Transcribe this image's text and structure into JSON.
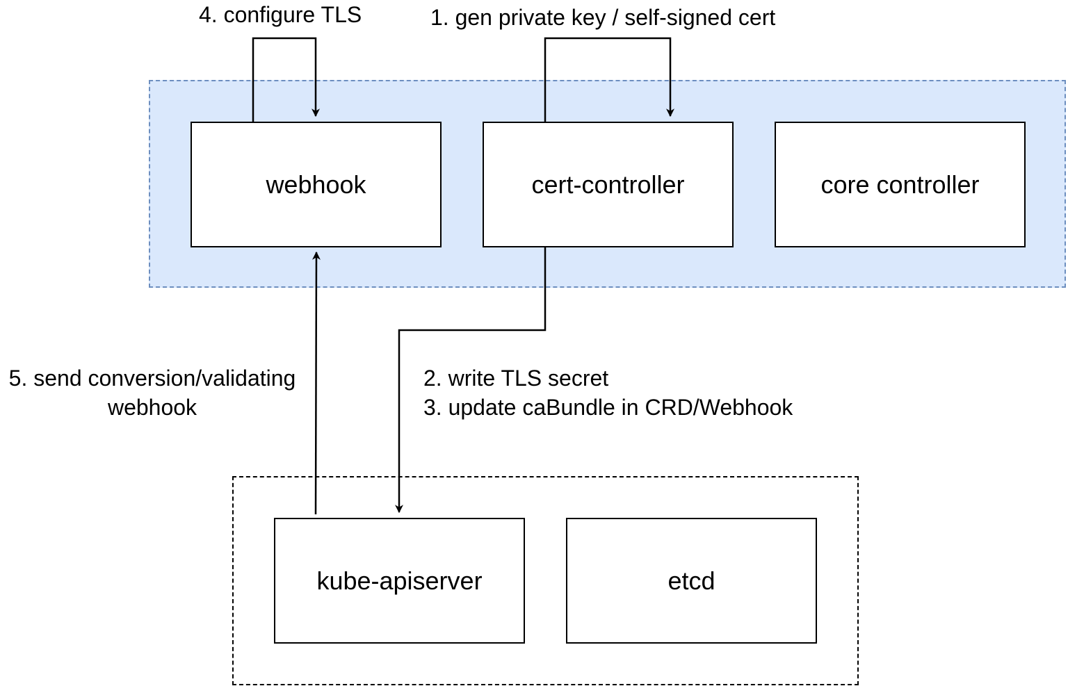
{
  "nodes": {
    "webhook": "webhook",
    "cert_controller": "cert-controller",
    "core_controller": "core controller",
    "kube_apiserver": "kube-apiserver",
    "etcd": "etcd"
  },
  "edge_labels": {
    "step1": "1. gen private key / self-signed cert",
    "step2": "2. write TLS secret",
    "step3": "3. update caBundle in CRD/Webhook",
    "step4": "4. configure TLS",
    "step5_line1": "5. send conversion/validating",
    "step5_line2": "webhook"
  },
  "colors": {
    "group_fill": "#dae8fc",
    "group_border": "#6c8ebf",
    "stroke": "#000000"
  }
}
